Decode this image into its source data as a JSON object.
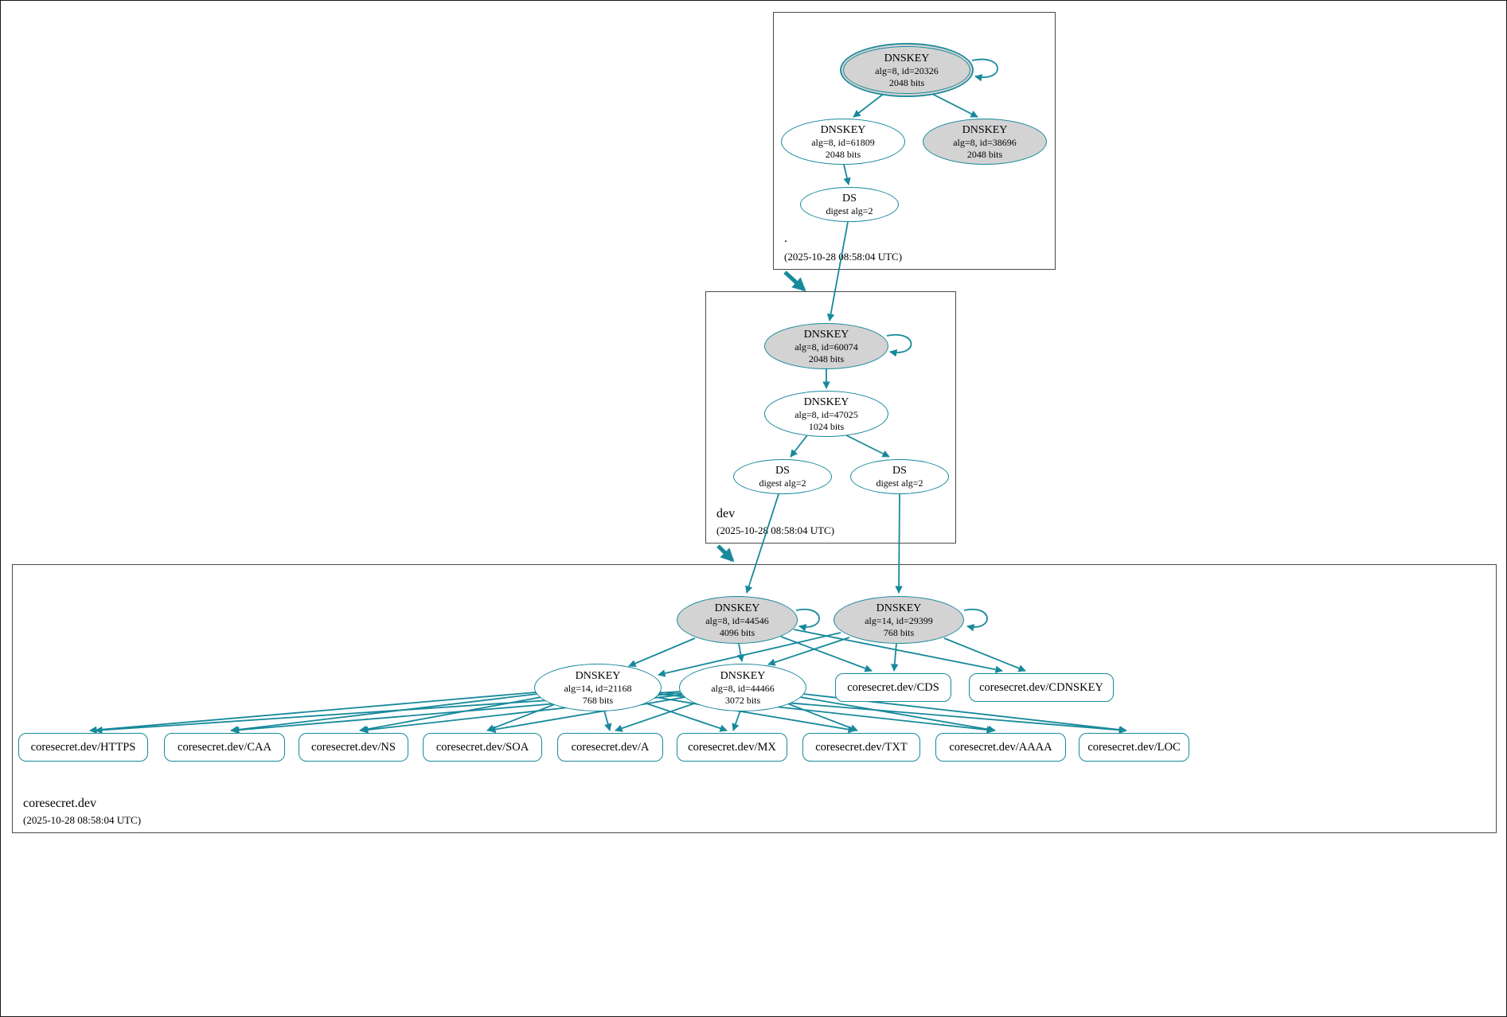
{
  "meta": {
    "edge_color": "#17899b",
    "sep_key_fill": "#d3d3d3",
    "key_fill": "#ffffff"
  },
  "zones": {
    "root": {
      "label": ".",
      "timestamp": "(2025-10-28 08:58:04 UTC)",
      "nodes": {
        "ksk20326": {
          "title": "DNSKEY",
          "detail": "alg=8, id=20326",
          "bits": "2048 bits"
        },
        "zsk61809": {
          "title": "DNSKEY",
          "detail": "alg=8, id=61809",
          "bits": "2048 bits"
        },
        "key38696": {
          "title": "DNSKEY",
          "detail": "alg=8, id=38696",
          "bits": "2048 bits"
        },
        "ds": {
          "title": "DS",
          "detail": "digest alg=2"
        }
      }
    },
    "dev": {
      "label": "dev",
      "timestamp": "(2025-10-28 08:58:04 UTC)",
      "nodes": {
        "ksk60074": {
          "title": "DNSKEY",
          "detail": "alg=8, id=60074",
          "bits": "2048 bits"
        },
        "zsk47025": {
          "title": "DNSKEY",
          "detail": "alg=8, id=47025",
          "bits": "1024 bits"
        },
        "ds1": {
          "title": "DS",
          "detail": "digest alg=2"
        },
        "ds2": {
          "title": "DS",
          "detail": "digest alg=2"
        }
      }
    },
    "coresecret": {
      "label": "coresecret.dev",
      "timestamp": "(2025-10-28 08:58:04 UTC)",
      "nodes": {
        "ksk44546": {
          "title": "DNSKEY",
          "detail": "alg=8, id=44546",
          "bits": "4096 bits"
        },
        "ksk29399": {
          "title": "DNSKEY",
          "detail": "alg=14, id=29399",
          "bits": "768 bits"
        },
        "zsk21168": {
          "title": "DNSKEY",
          "detail": "alg=14, id=21168",
          "bits": "768 bits"
        },
        "zsk44466": {
          "title": "DNSKEY",
          "detail": "alg=8, id=44466",
          "bits": "3072 bits"
        },
        "cds": "coresecret.dev/CDS",
        "cdnskey": "coresecret.dev/CDNSKEY"
      },
      "records": [
        "coresecret.dev/HTTPS",
        "coresecret.dev/CAA",
        "coresecret.dev/NS",
        "coresecret.dev/SOA",
        "coresecret.dev/A",
        "coresecret.dev/MX",
        "coresecret.dev/TXT",
        "coresecret.dev/AAAA",
        "coresecret.dev/LOC"
      ]
    }
  }
}
